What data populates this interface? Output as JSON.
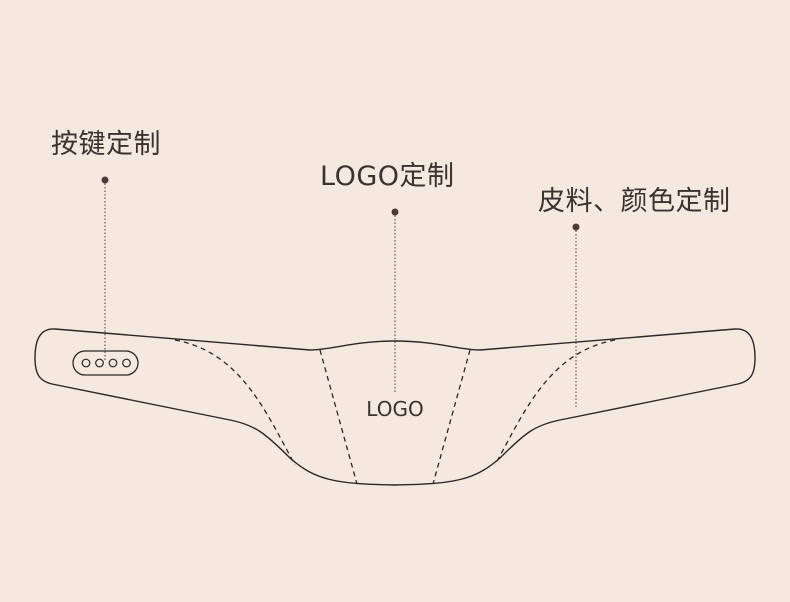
{
  "callouts": {
    "buttons": "按键定制",
    "logo": "LOGO定制",
    "leather_color": "皮料、颜色定制"
  },
  "device": {
    "logo_text": "LOGO",
    "button_count": 4
  },
  "colors": {
    "background": "#f5e9df",
    "line": "#2e2624",
    "text": "#3b3230",
    "dot": "#4a3b36"
  }
}
